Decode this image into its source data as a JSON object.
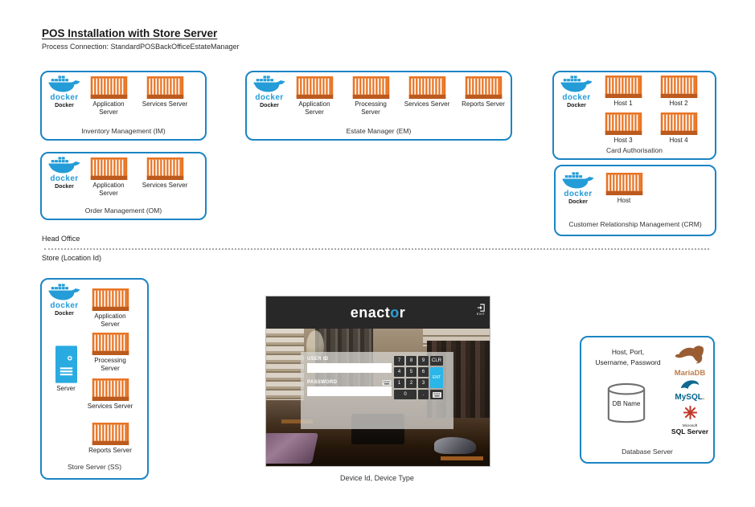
{
  "title": "POS Installation with Store Server",
  "subtitle": "Process Connection: StandardPOSBackOfficeEstateManager",
  "zones": {
    "head_office": "Head Office",
    "store": "Store (Location Id)"
  },
  "docker_wordmark": "docker",
  "docker_label": "Docker",
  "boxes": {
    "inventory": {
      "label": "Inventory Management (IM)",
      "containers": [
        "Application Server",
        "Services Server"
      ]
    },
    "estate": {
      "label": "Estate Manager (EM)",
      "containers": [
        "Application Server",
        "Processing Server",
        "Services Server",
        "Reports Server"
      ]
    },
    "card_auth": {
      "label": "Card Authorisation",
      "containers": [
        "Host 1",
        "Host 2",
        "Host 3",
        "Host 4"
      ]
    },
    "order": {
      "label": "Order Management (OM)",
      "containers": [
        "Application Server",
        "Services Server"
      ]
    },
    "crm": {
      "label": "Customer Relationship Management (CRM)",
      "containers": [
        "Host"
      ]
    },
    "store_server": {
      "label": "Store Server (SS)",
      "server_label": "Server",
      "containers": [
        "Application Server",
        "Processing Server",
        "Services Server",
        "Reports Server"
      ]
    },
    "database": {
      "label": "Database Server",
      "credentials": "Host, Port,\nUsername, Password",
      "db_name": "DB Name",
      "mariadb": "MariaDB",
      "mysql_my": "My",
      "mysql_sql": "SQL",
      "mysql_dot": ".",
      "microsoft": "Microsoft",
      "sql_server": "SQL Server"
    }
  },
  "pos": {
    "logo_p1": "enact",
    "logo_p2": "o",
    "logo_p3": "r",
    "exit_label": "EXIT",
    "user_id_label": "USER ID",
    "password_label": "PASSWORD",
    "keys": {
      "k7": "7",
      "k8": "8",
      "k9": "9",
      "clr": "CLR",
      "k4": "4",
      "k5": "5",
      "k6": "6",
      "ent": "ENT",
      "k1": "1",
      "k2": "2",
      "k3": "3",
      "k0": "0",
      "dot": "."
    },
    "caption": "Device Id, Device Type"
  },
  "colors": {
    "box_border": "#1b85c4",
    "docker_blue": "#239cd7",
    "container_orange": "#e87424",
    "container_base": "#bc5a1e",
    "server_blue": "#29abe2",
    "ent_cyan": "#29b6e8",
    "mariadb_brown": "#bf7d4b",
    "mysql_blue": "#00618a",
    "sqlserver_red": "#c0392b",
    "enactor_o_blue": "#2d9fd8"
  }
}
